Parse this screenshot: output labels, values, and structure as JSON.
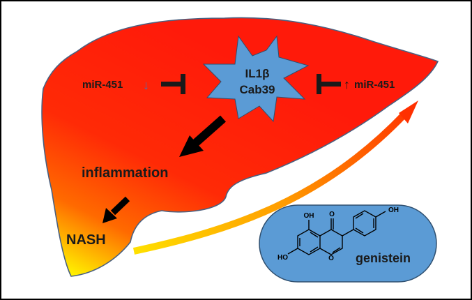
{
  "labels": {
    "mir_left": "miR-451",
    "mir_left_arrow": "↓",
    "mir_right": "miR-451",
    "mir_right_arrow": "↑",
    "il1b": "IL1β",
    "cab39": "Cab39",
    "inflammation": "inflammation",
    "nash": "NASH",
    "genistein": "genistein"
  },
  "molecule_labels": {
    "oh_top": "OH",
    "o_keto": "O",
    "oh_right": "OH",
    "ho_left": "HO",
    "o_ring": "O"
  },
  "colors": {
    "liver_top": "#ff1a0a",
    "liver_mid": "#ff6a00",
    "liver_bottom": "#ffff00",
    "liver_stroke": "#4a6080",
    "burst_fill": "#5b9bd5",
    "pill_fill": "#5b9bd5",
    "pill_stroke": "#2f4f6f",
    "inhibitor": "#1a1a1a",
    "arrow": "#000000",
    "mir_down_arrow": "#4f6fae",
    "curve_start": "#ffe000",
    "curve_end": "#ff3000",
    "text": "#1a1a1a"
  }
}
